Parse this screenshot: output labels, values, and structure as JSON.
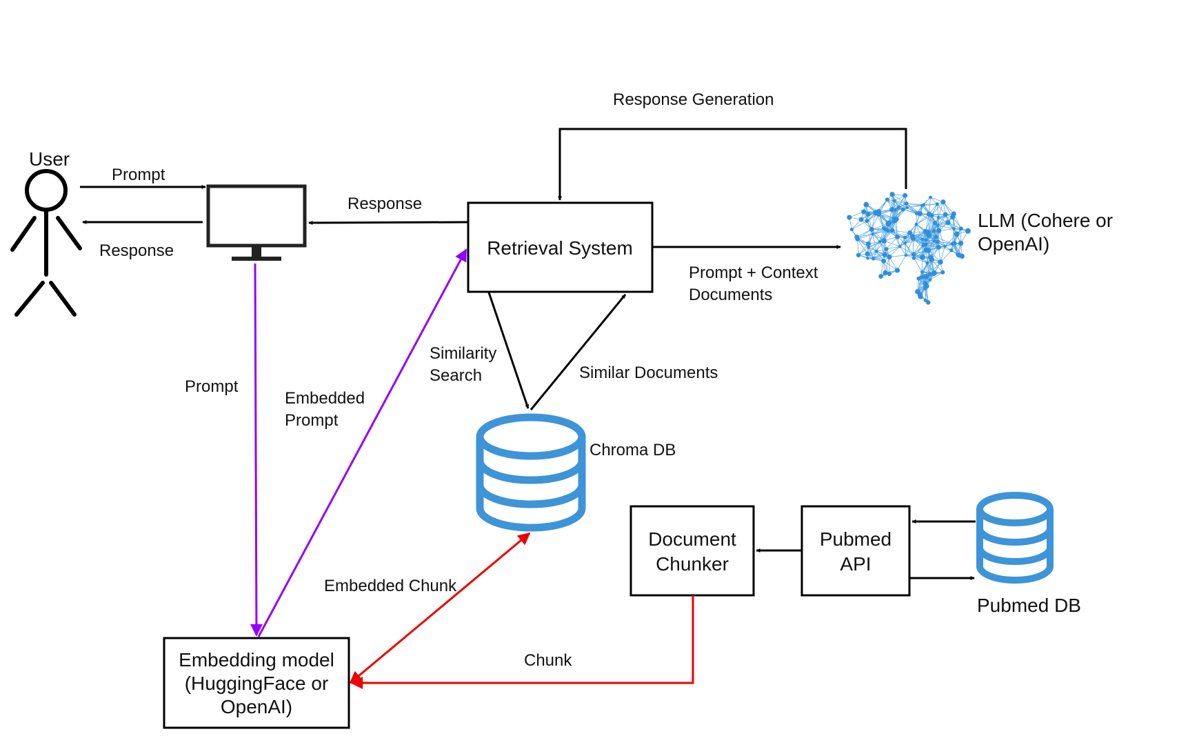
{
  "nodes": {
    "user": "User",
    "retrieval": "Retrieval System",
    "llm": [
      "LLM (Cohere or",
      "OpenAI)"
    ],
    "chroma": "Chroma DB",
    "chunker": [
      "Document",
      "Chunker"
    ],
    "pubmed_api": [
      "Pubmed",
      "API"
    ],
    "pubmed_db": "Pubmed DB",
    "embedding": [
      "Embedding model",
      "(HuggingFace or",
      "OpenAI)"
    ]
  },
  "edges": {
    "user_prompt": "Prompt",
    "monitor_response": "Response",
    "retrieval_response": "Response",
    "response_generation": "Response Generation",
    "prompt_context": [
      "Prompt + Context",
      "Documents"
    ],
    "similarity_search": [
      "Similarity",
      "Search"
    ],
    "similar_documents": "Similar Documents",
    "prompt_down": "Prompt",
    "embedded_prompt": [
      "Embedded",
      "Prompt"
    ],
    "embedded_chunk": "Embedded Chunk",
    "chunk": "Chunk"
  },
  "colors": {
    "prompt_flow": "#9400ff",
    "chunk_flow": "#ee0000",
    "database": "#3d94d8",
    "brain": "#2f8fdc"
  }
}
